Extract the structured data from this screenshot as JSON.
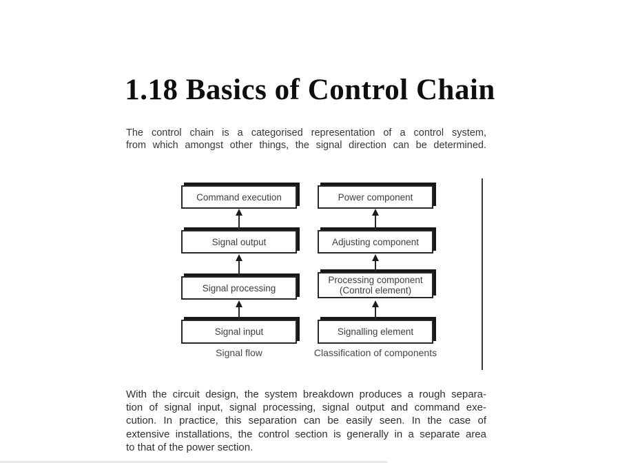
{
  "slide": {
    "title": "1.18 Basics of Control Chain"
  },
  "intro": {
    "lines": [
      "The control chain is a categorised representation of a control system,",
      "from which amongst other things, the signal direction can be determined."
    ]
  },
  "diagram": {
    "left": {
      "box1": "Command execution",
      "box2": "Signal output",
      "box3": "Signal processing",
      "box4": "Signal input",
      "caption": "Signal flow"
    },
    "right": {
      "box1": "Power component",
      "box2": "Adjusting component",
      "box3_line1": "Processing component",
      "box3_line2": "(Control element)",
      "box4": "Signalling element",
      "caption": "Classification of components"
    },
    "flow_direction": "bottom-to-top",
    "arrow_icon": "up-arrow"
  },
  "body": {
    "lines": [
      "With the circuit design, the system breakdown produces a rough separa-",
      "tion of signal input, signal processing, signal output and command exe-",
      "cution. In practice, this separation can be easily seen. In the case of",
      "extensive installations, the control section is generally in a separate area",
      "to that of the power section."
    ]
  },
  "colors": {
    "box_border": "#272727",
    "box_shadow": "#181818",
    "body_text": "#2e2e2e",
    "title_text": "#0e0e0e",
    "background": "#ffffff"
  }
}
